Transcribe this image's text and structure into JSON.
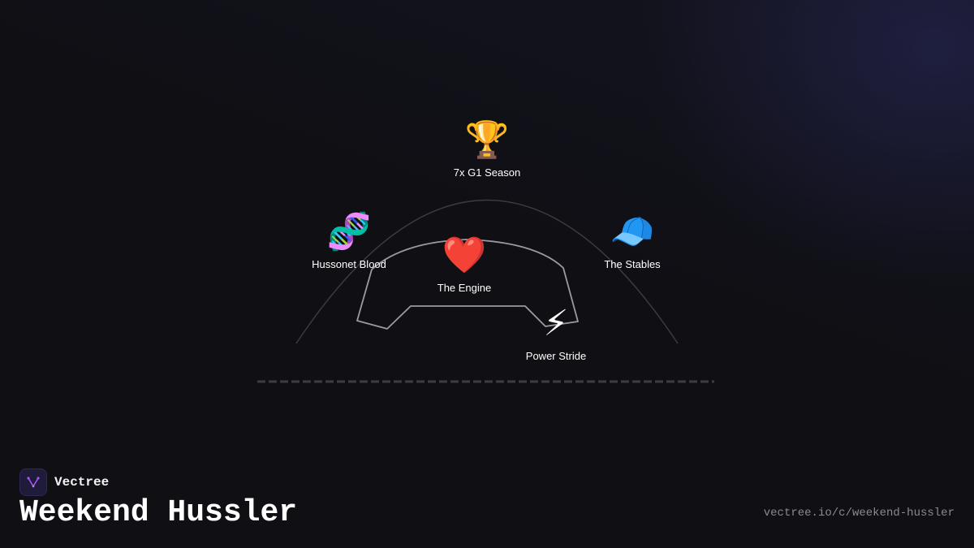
{
  "brand": {
    "name": "Vectree",
    "logo_icon": "vectree-logo-icon",
    "accent": "#a855f7"
  },
  "page": {
    "title": "Weekend Hussler",
    "url": "vectree.io/c/weekend-hussler"
  },
  "nodes": [
    {
      "id": "7x-g1-season",
      "icon": "trophy-icon",
      "emoji": "🏆",
      "label": "7x G1 Season"
    },
    {
      "id": "hussonet-blood",
      "icon": "dna-icon",
      "emoji": "🧬",
      "label": "Hussonet Blood"
    },
    {
      "id": "the-engine",
      "icon": "heart-icon",
      "emoji": "❤️",
      "label": "The Engine"
    },
    {
      "id": "the-stables",
      "icon": "cap-icon",
      "emoji": "🧢",
      "label": "The Stables"
    },
    {
      "id": "power-stride",
      "icon": "lightning-icon",
      "emoji": "⚡",
      "label": "Power Stride"
    }
  ]
}
